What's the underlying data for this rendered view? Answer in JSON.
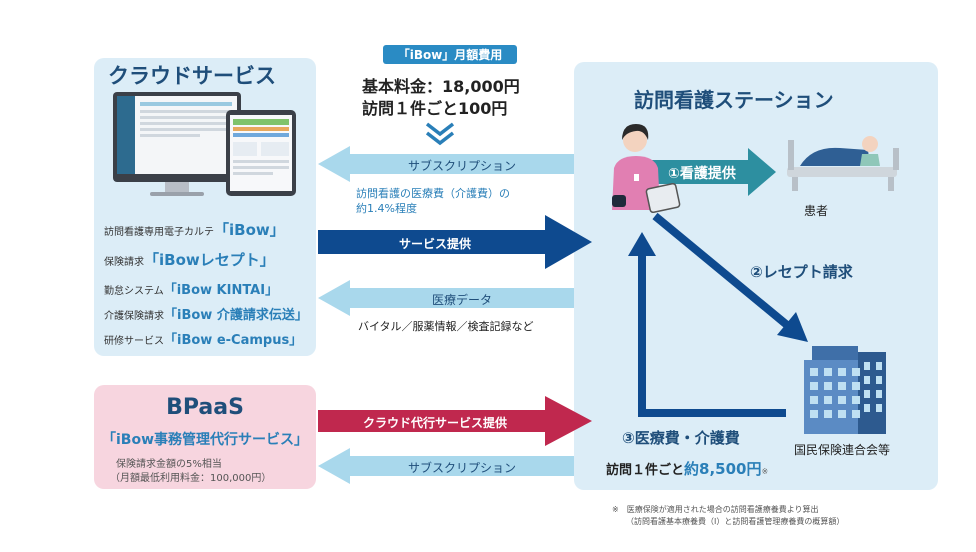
{
  "cloud": {
    "title": "クラウドサービス",
    "services": [
      {
        "desc": "訪問看護専用電子カルテ",
        "name": "「iBow」"
      },
      {
        "desc": "保険請求",
        "name": "「iBowレセプト」"
      },
      {
        "desc": "勤怠システム",
        "name": "「iBow KINTAI」"
      },
      {
        "desc": "介護保険請求",
        "name": "「iBow 介護請求伝送」"
      },
      {
        "desc": "研修サービス",
        "name": "「iBow e-Campus」"
      }
    ]
  },
  "bpaas": {
    "title": "BPaaS",
    "service": "「iBow事務管理代行サービス」",
    "fee_line1": "保険請求金額の5%相当",
    "fee_line2": "（月額最低利用料金：100,000円）"
  },
  "fee": {
    "badge": "「iBow」月額費用",
    "base": "基本料金：18,000円",
    "per_visit": "訪問１件ごと100円"
  },
  "arrows": {
    "subscription1": "サブスクリプション",
    "subscription1_note1": "訪問看護の医療費（介護費）の",
    "subscription1_note2": "約1.4%程度",
    "service_provision": "サービス提供",
    "medical_data": "医療データ",
    "medical_data_note": "バイタル／服薬情報／検査記録など",
    "cloud_proxy": "クラウド代行サービス提供",
    "subscription2": "サブスクリプション"
  },
  "station": {
    "title": "訪問看護ステーション",
    "step1": "①看護提供",
    "patient": "患者",
    "step2": "②レセプト請求",
    "step3": "③医療費・介護費",
    "step3_amount_prefix": "訪問１件ごと",
    "step3_amount": "約8,500円",
    "step3_mark": "※",
    "org": "国民保険連合会等"
  },
  "footnote": {
    "line1": "※　医療保険が適用された場合の訪問看護療養費より算出",
    "line2": "（訪問看護基本療養費（Ⅰ）と訪問看護管理療養費の概算額）"
  },
  "colors": {
    "navy": "#0e4a8f",
    "light_cyan": "#a9d8ec",
    "crimson": "#c0284e",
    "teal": "#2d8fa0",
    "title_blue": "#1f4e7a"
  }
}
